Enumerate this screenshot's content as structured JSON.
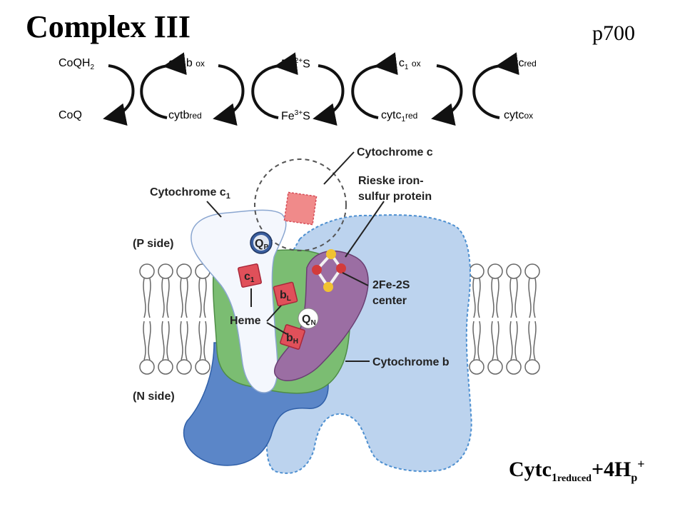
{
  "title": "Complex III",
  "page_ref": "p700",
  "redox_pairs": [
    {
      "top_main": "CoQH",
      "top_sub": "2",
      "bottom": "CoQ"
    },
    {
      "top_main": "cyt b",
      "top_small": "ox",
      "bottom_main": "cytb",
      "bottom_small": "red"
    },
    {
      "top_main": "Fe",
      "top_sup": "2+",
      "top_tail": "S",
      "bottom_main": "Fe",
      "bottom_sup": "3+",
      "bottom_tail": "S"
    },
    {
      "top_main": "cyt c",
      "top_sub": "1",
      "top_small": "ox",
      "bottom_main": "cytc",
      "bottom_sub": "1",
      "bottom_small": "red"
    },
    {
      "top_main": "cytc",
      "top_small": "red",
      "bottom_main": "cytc",
      "bottom_small": "ox"
    }
  ],
  "diagram_labels": {
    "cytochrome_c": "Cytochrome c",
    "rieske_line1": "Rieske iron-",
    "rieske_line2": "sulfur protein",
    "cytochrome_c1": "Cytochrome c",
    "cytochrome_c1_sub": "1",
    "p_side": "(P side)",
    "n_side": "(N side)",
    "heme": "Heme",
    "fes_line1": "2Fe-2S",
    "fes_line2": "center",
    "cytochrome_b": "Cytochrome b",
    "qp_main": "Q",
    "qp_sub": "P",
    "qn_main": "Q",
    "qn_sub": "N",
    "c1_main": "c",
    "c1_sub": "1",
    "bl_main": "b",
    "bl_sub": "L",
    "bh_main": "b",
    "bh_sub": "H"
  },
  "equation": {
    "main": "Cytc",
    "sub1": "1",
    "sub2": "reduced",
    "plus_part": "+4H",
    "sub3": "p",
    "sup": "+"
  },
  "colors": {
    "left_protein": "#5b86c8",
    "right_protein": "#bcd3ee",
    "green_core": "#7bbd72",
    "rieske_purple": "#9b6ea3",
    "heme_red": "#e0505a",
    "cyt_c_fill": "#f08a8a"
  }
}
